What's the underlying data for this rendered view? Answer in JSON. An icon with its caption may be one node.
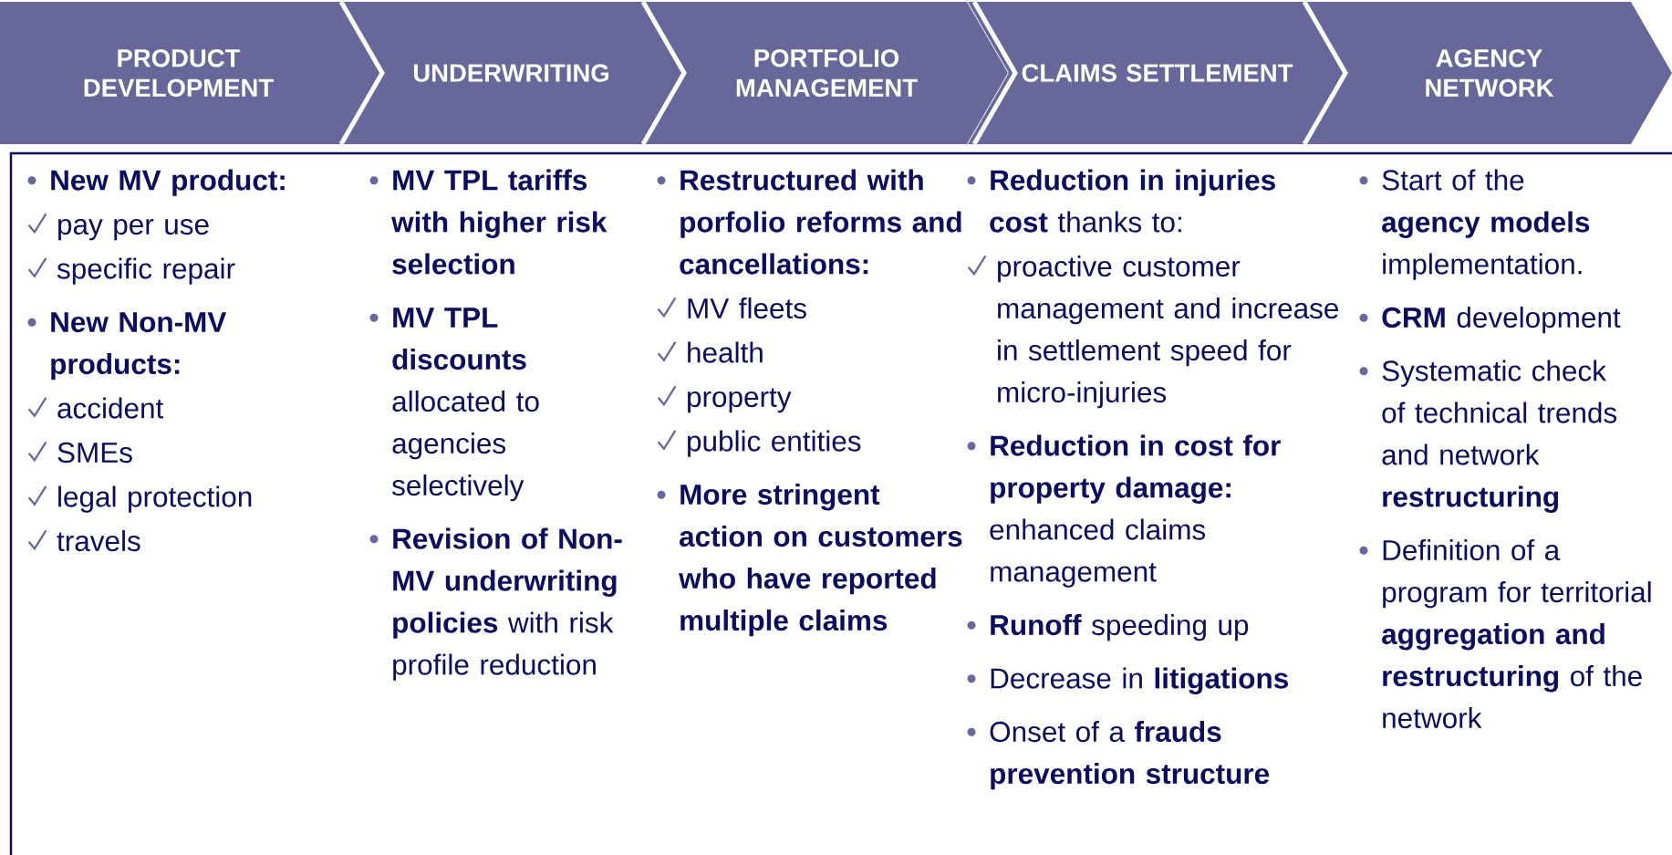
{
  "diagram": {
    "nodes": [
      {
        "text": [
          "PRODUCT DEVELOPMENT"
        ]
      },
      {
        "text": [
          "UNDERWRITING"
        ]
      },
      {
        "text": [
          "PORTFOLIO MANAGEMENT"
        ]
      },
      {
        "text": [
          "CLAIMS SETTLEMENT"
        ]
      },
      {
        "text": [
          "AGENCY NETWORK"
        ]
      }
    ],
    "labels": [
      "New MV product:",
      "pay per use",
      "specific repair",
      "New Non-MV products:",
      "accident",
      "SMEs",
      "legal protection",
      "travels",
      "MV TPL tariffs with higher risk selection",
      "**MV TPL discounts** allocated to agencies selectively",
      "**Revision of Non-MV underwriting policies** with risk profile reduction",
      "Restructured with porfolio reforms and cancellations:",
      "MV fleets",
      "health",
      "property",
      "public entities",
      "More stringent action on customers who have reported multiple claims",
      "**Reduction in injuries cost** thanks to:",
      "proactive customer management and increase in settlement speed for micro-injuries",
      "**Reduction in cost for property damage:** enhanced claims management",
      "**Runoff** speeding up",
      "Decrease in **litigations**",
      "Onset of a **frauds prevention structure**",
      "Start of the **agency models** implementation.",
      "**CRM** development",
      "Systematic check of technical trends and network **restructuring**",
      "Definition of a program for territorial **aggregation and restructuring** of the network"
    ]
  }
}
